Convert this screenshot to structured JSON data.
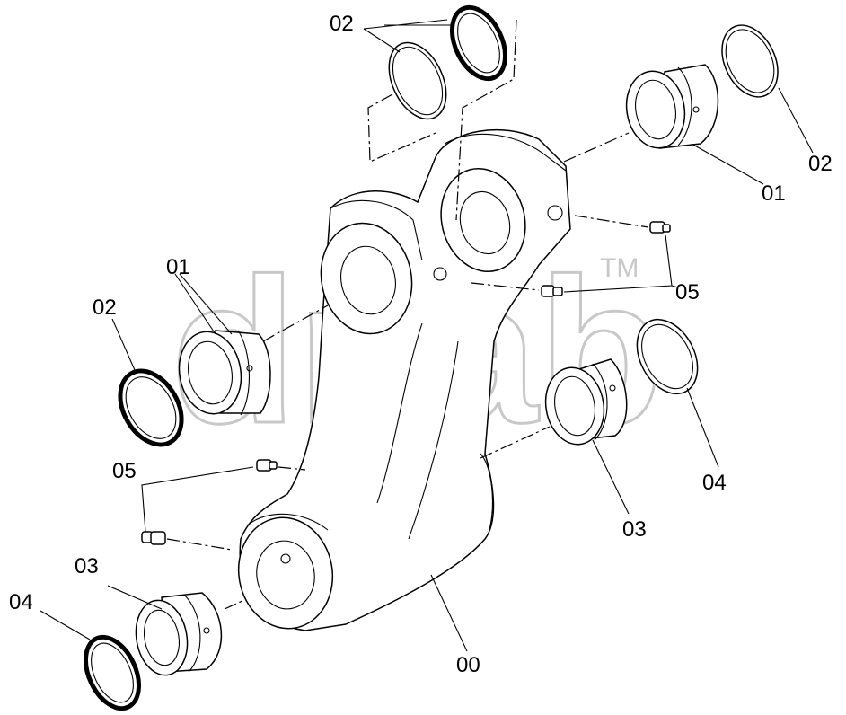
{
  "watermark": {
    "text": "dnab",
    "trademark": "TM"
  },
  "callouts": {
    "c02_top": "02",
    "c02_right": "02",
    "c01_right": "01",
    "c05_right": "05",
    "c01_left": "01",
    "c02_left": "02",
    "c04_right": "04",
    "c03_right": "03",
    "c05_left": "05",
    "c03_left": "03",
    "c04_left": "04",
    "c00": "00"
  }
}
